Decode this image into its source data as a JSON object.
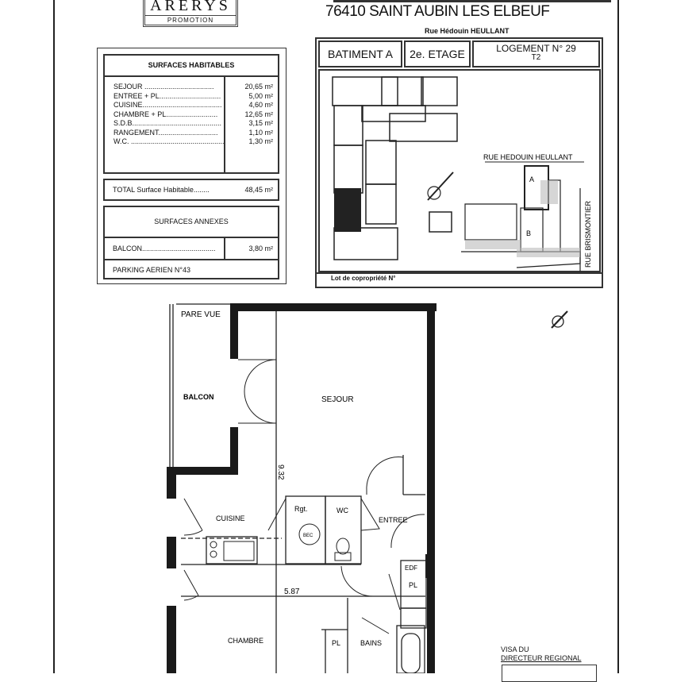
{
  "header": {
    "logo_brand": "ARERYS",
    "logo_sub": "PROMOTION",
    "city_line": "76410 SAINT AUBIN LES ELBEUF",
    "street": "Rue Hédouin HEULLANT"
  },
  "surfaces_habitables": {
    "title": "SURFACES  HABITABLES",
    "rows": [
      {
        "label": "SEJOUR ...................................",
        "value": "20,65 m²"
      },
      {
        "label": "ENTREE + PL...............................",
        "value": "5,00 m²"
      },
      {
        "label": "CUISINE........................................",
        "value": "4,60 m²"
      },
      {
        "label": "CHAMBRE + PL..........................",
        "value": "12,65 m²"
      },
      {
        "label": "S.D.B.............................................",
        "value": "3,15 m²"
      },
      {
        "label": "RANGEMENT..............................",
        "value": "1,10 m²"
      },
      {
        "label": "W.C. ...............................................",
        "value": "1,30 m²"
      }
    ],
    "total_label": "TOTAL Surface Habitable........",
    "total_value": "48,45 m²"
  },
  "surfaces_annexes": {
    "title": "SURFACES ANNEXES",
    "balcon_label": "BALCON.....................................",
    "balcon_value": "3,80 m²",
    "parking": "PARKING AERIEN N°43"
  },
  "lot_info": {
    "batiment": "BATIMENT A",
    "etage": "2e. ETAGE",
    "logement": "LOGEMENT N° 29",
    "type": "T2",
    "street_label": "RUE HEDOUIN HEULLANT",
    "side_street": "RUE BRISMONTIER",
    "building_a": "A",
    "building_b": "B",
    "lot": "Lot de copropriété N°"
  },
  "plan": {
    "rooms": {
      "pare_vue": "PARE VUE",
      "balcon": "BALCON",
      "sejour": "SEJOUR",
      "cuisine": "CUISINE",
      "rgt": "Rgt.",
      "wc": "WC",
      "bec": "BEC",
      "entree": "ENTREE",
      "edf": "EDF",
      "pl1": "PL",
      "pl2": "PL",
      "chambre": "CHAMBRE",
      "bains": "BAINS"
    },
    "dim_vertical": "9.32",
    "dim_horizontal": "5.87"
  },
  "visa": {
    "line1": "VISA DU",
    "line2": "DIRECTEUR REGIONAL"
  }
}
